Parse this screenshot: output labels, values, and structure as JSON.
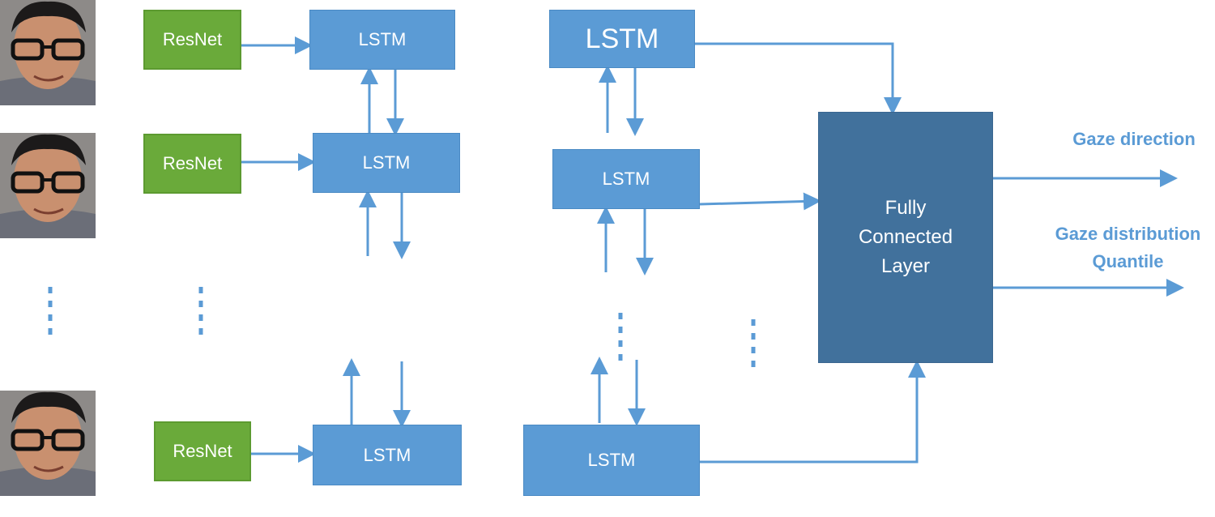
{
  "diagram": {
    "resnet_label": "ResNet",
    "lstm_label": "LSTM",
    "fc_layer": {
      "line1": "Fully",
      "line2": "Connected",
      "line3": "Layer"
    },
    "outputs": {
      "gaze_direction": "Gaze direction",
      "gaze_distribution_line1": "Gaze distribution",
      "gaze_distribution_line2": "Quantile"
    },
    "colors": {
      "resnet_green": "#6aaa3a",
      "lstm_blue": "#5b9bd5",
      "fc_dark_blue": "#41719c",
      "arrow_blue": "#5b9bd5",
      "label_blue": "#5b9bd5"
    },
    "icons": {
      "input_frame": "face-photo-icon"
    }
  }
}
